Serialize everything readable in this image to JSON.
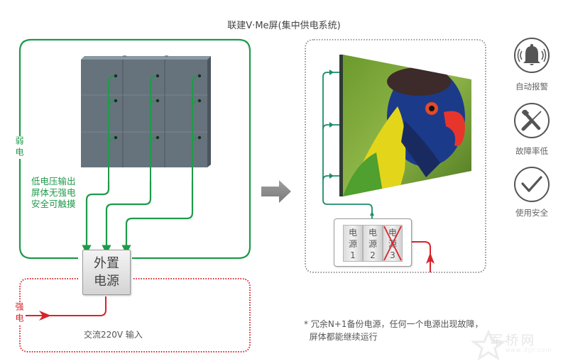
{
  "title": "联建V·Me屏(集中供电系统)",
  "left_diagram": {
    "weak_current_label": "弱电",
    "low_voltage_note": [
      "低电压输出",
      "屏体无强电",
      "安全可触摸"
    ],
    "power_supply_label": [
      "外置",
      "电源"
    ],
    "strong_current_label": "强电",
    "ac_input_label": "交流220V 输入",
    "screen_grid": {
      "columns": 3,
      "rows": 3
    }
  },
  "right_diagram": {
    "power_units": [
      {
        "label": [
          "电",
          "源",
          "1"
        ],
        "status": "ok"
      },
      {
        "label": [
          "电",
          "源",
          "2"
        ],
        "status": "ok"
      },
      {
        "label": [
          "电",
          "源",
          "3"
        ],
        "status": "failed"
      }
    ]
  },
  "features": [
    {
      "icon": "bell-alarm-icon",
      "label": "自动报警"
    },
    {
      "icon": "wrench-screwdriver-icon",
      "label": "故障率低"
    },
    {
      "icon": "checkmark-icon",
      "label": "使用安全"
    }
  ],
  "footnote": {
    "bullet": "*",
    "lines": [
      "冗余N+1备份电源，任何一个电源出现故障，",
      "屏体都能继续运行"
    ]
  },
  "watermark": {
    "text": "军桥网",
    "url": "www.3jjr.com"
  },
  "colors": {
    "green": "#1f9a4a",
    "red": "#d8232a",
    "gray_icon": "#555555",
    "panel": "#66737d"
  }
}
